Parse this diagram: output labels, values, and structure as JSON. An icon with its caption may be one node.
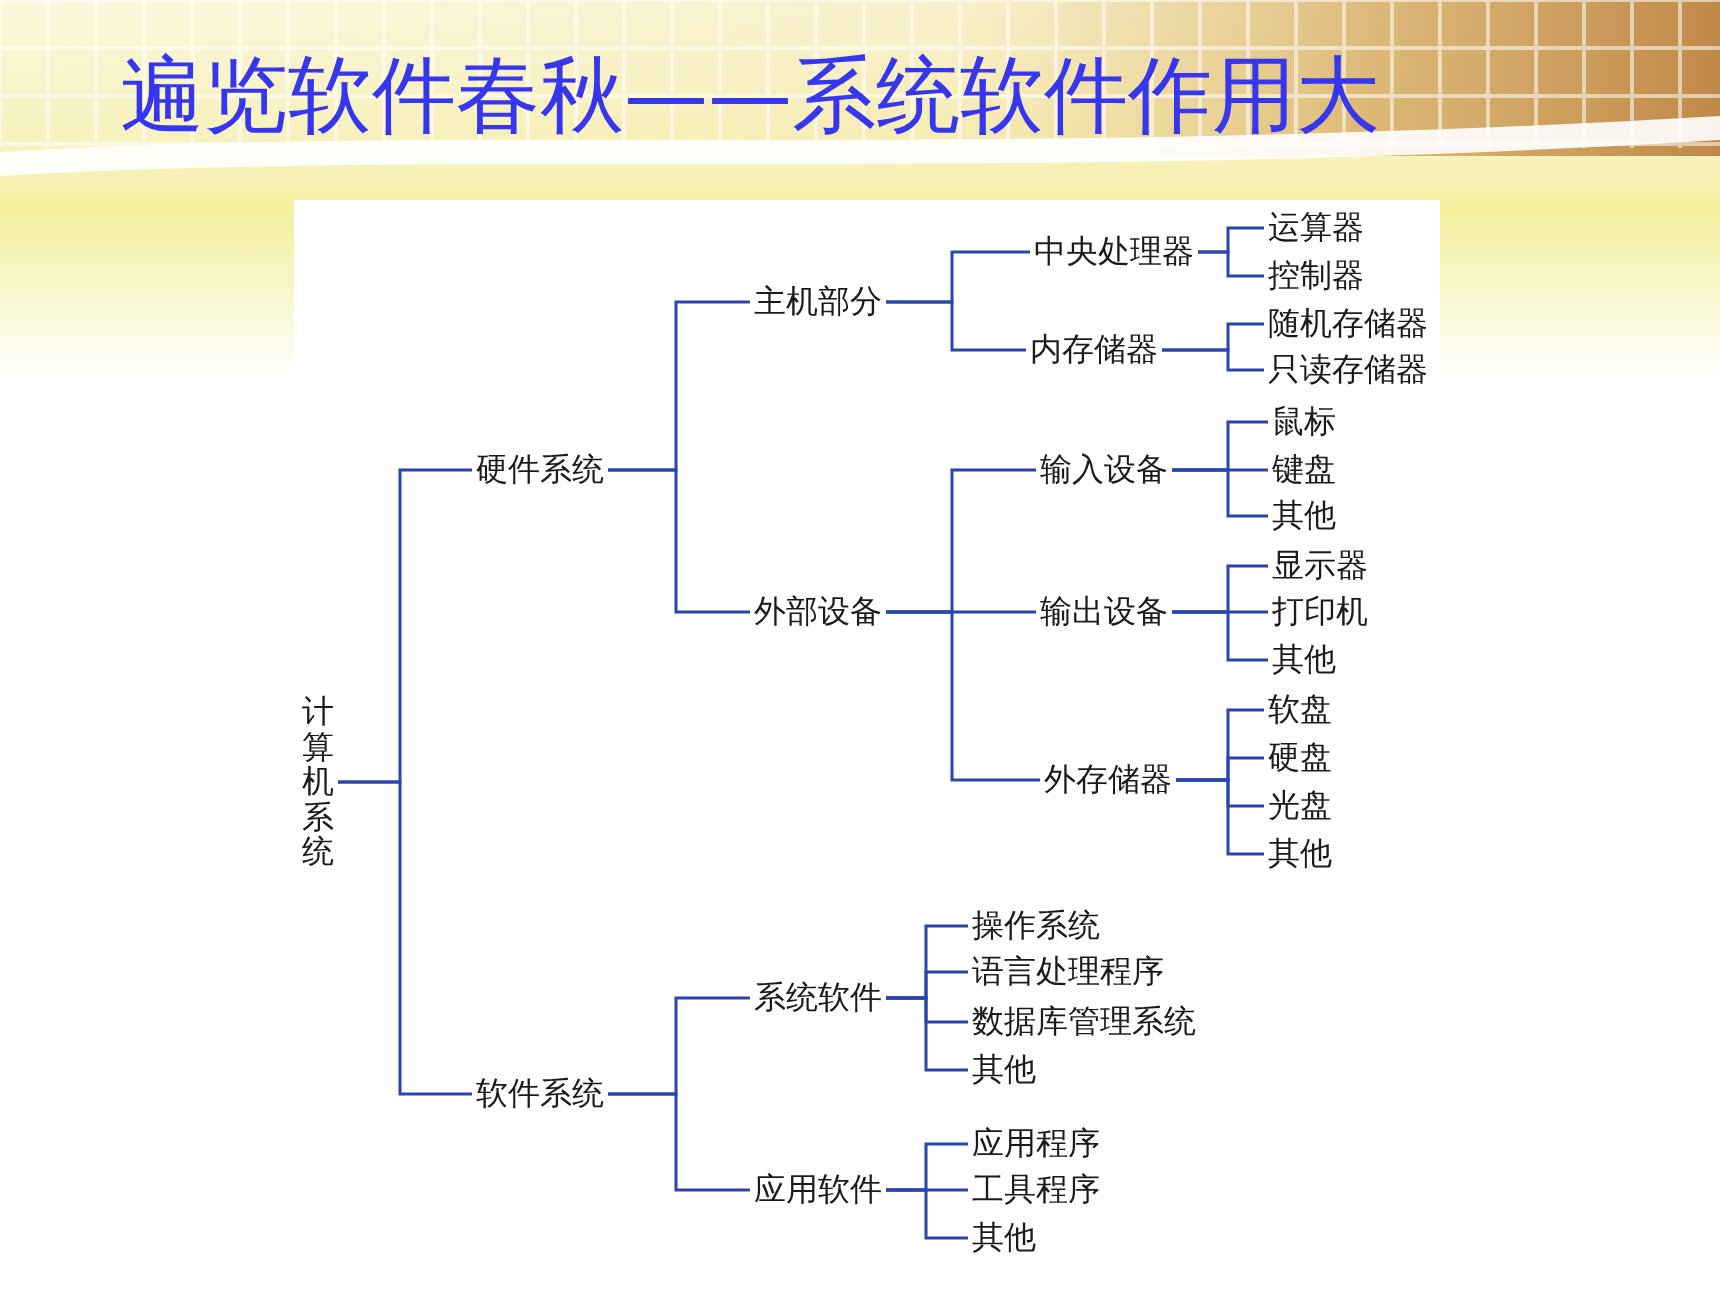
{
  "diagram": {
    "title": "遍览软件春秋——系统软件作用大",
    "nodes": [
      {
        "text": [
          "计算机系统"
        ]
      },
      {
        "text": [
          "硬件系统"
        ]
      },
      {
        "text": [
          "主机部分"
        ]
      },
      {
        "text": [
          "中央处理器"
        ]
      },
      {
        "text": [
          "运算器"
        ]
      },
      {
        "text": [
          "控制器"
        ]
      },
      {
        "text": [
          "内存储器"
        ]
      },
      {
        "text": [
          "随机存储器"
        ]
      },
      {
        "text": [
          "只读存储器"
        ]
      },
      {
        "text": [
          "外部设备"
        ]
      },
      {
        "text": [
          "输入设备"
        ]
      },
      {
        "text": [
          "鼠标"
        ]
      },
      {
        "text": [
          "键盘"
        ]
      },
      {
        "text": [
          "其他"
        ]
      },
      {
        "text": [
          "输出设备"
        ]
      },
      {
        "text": [
          "显示器"
        ]
      },
      {
        "text": [
          "打印机"
        ]
      },
      {
        "text": [
          "其他"
        ]
      },
      {
        "text": [
          "外存储器"
        ]
      },
      {
        "text": [
          "软盘"
        ]
      },
      {
        "text": [
          "硬盘"
        ]
      },
      {
        "text": [
          "光盘"
        ]
      },
      {
        "text": [
          "其他"
        ]
      },
      {
        "text": [
          "软件系统"
        ]
      },
      {
        "text": [
          "系统软件"
        ]
      },
      {
        "text": [
          "操作系统"
        ]
      },
      {
        "text": [
          "语言处理程序"
        ]
      },
      {
        "text": [
          "数据库管理系统"
        ]
      },
      {
        "text": [
          "其他"
        ]
      },
      {
        "text": [
          "应用软件"
        ]
      },
      {
        "text": [
          "应用程序"
        ]
      },
      {
        "text": [
          "工具程序"
        ]
      },
      {
        "text": [
          "其他"
        ]
      }
    ],
    "edges": [
      {
        "from": 0,
        "to": 1,
        "arrow": "none"
      },
      {
        "from": 0,
        "to": 23,
        "arrow": "none"
      },
      {
        "from": 1,
        "to": 2,
        "arrow": "none"
      },
      {
        "from": 1,
        "to": 9,
        "arrow": "none"
      },
      {
        "from": 2,
        "to": 3,
        "arrow": "none"
      },
      {
        "from": 2,
        "to": 6,
        "arrow": "none"
      },
      {
        "from": 3,
        "to": 4,
        "arrow": "none"
      },
      {
        "from": 3,
        "to": 5,
        "arrow": "none"
      },
      {
        "from": 6,
        "to": 7,
        "arrow": "none"
      },
      {
        "from": 6,
        "to": 8,
        "arrow": "none"
      },
      {
        "from": 9,
        "to": 10,
        "arrow": "none"
      },
      {
        "from": 9,
        "to": 14,
        "arrow": "none"
      },
      {
        "from": 9,
        "to": 18,
        "arrow": "none"
      },
      {
        "from": 10,
        "to": 11,
        "arrow": "none"
      },
      {
        "from": 10,
        "to": 12,
        "arrow": "none"
      },
      {
        "from": 10,
        "to": 13,
        "arrow": "none"
      },
      {
        "from": 14,
        "to": 15,
        "arrow": "none"
      },
      {
        "from": 14,
        "to": 16,
        "arrow": "none"
      },
      {
        "from": 14,
        "to": 17,
        "arrow": "none"
      },
      {
        "from": 18,
        "to": 19,
        "arrow": "none"
      },
      {
        "from": 18,
        "to": 20,
        "arrow": "none"
      },
      {
        "from": 18,
        "to": 21,
        "arrow": "none"
      },
      {
        "from": 18,
        "to": 22,
        "arrow": "none"
      },
      {
        "from": 23,
        "to": 24,
        "arrow": "none"
      },
      {
        "from": 23,
        "to": 29,
        "arrow": "none"
      },
      {
        "from": 24,
        "to": 25,
        "arrow": "none"
      },
      {
        "from": 24,
        "to": 26,
        "arrow": "none"
      },
      {
        "from": 24,
        "to": 27,
        "arrow": "none"
      },
      {
        "from": 24,
        "to": 28,
        "arrow": "none"
      },
      {
        "from": 29,
        "to": 30,
        "arrow": "none"
      },
      {
        "from": 29,
        "to": 31,
        "arrow": "none"
      },
      {
        "from": 29,
        "to": 32,
        "arrow": "none"
      }
    ]
  }
}
